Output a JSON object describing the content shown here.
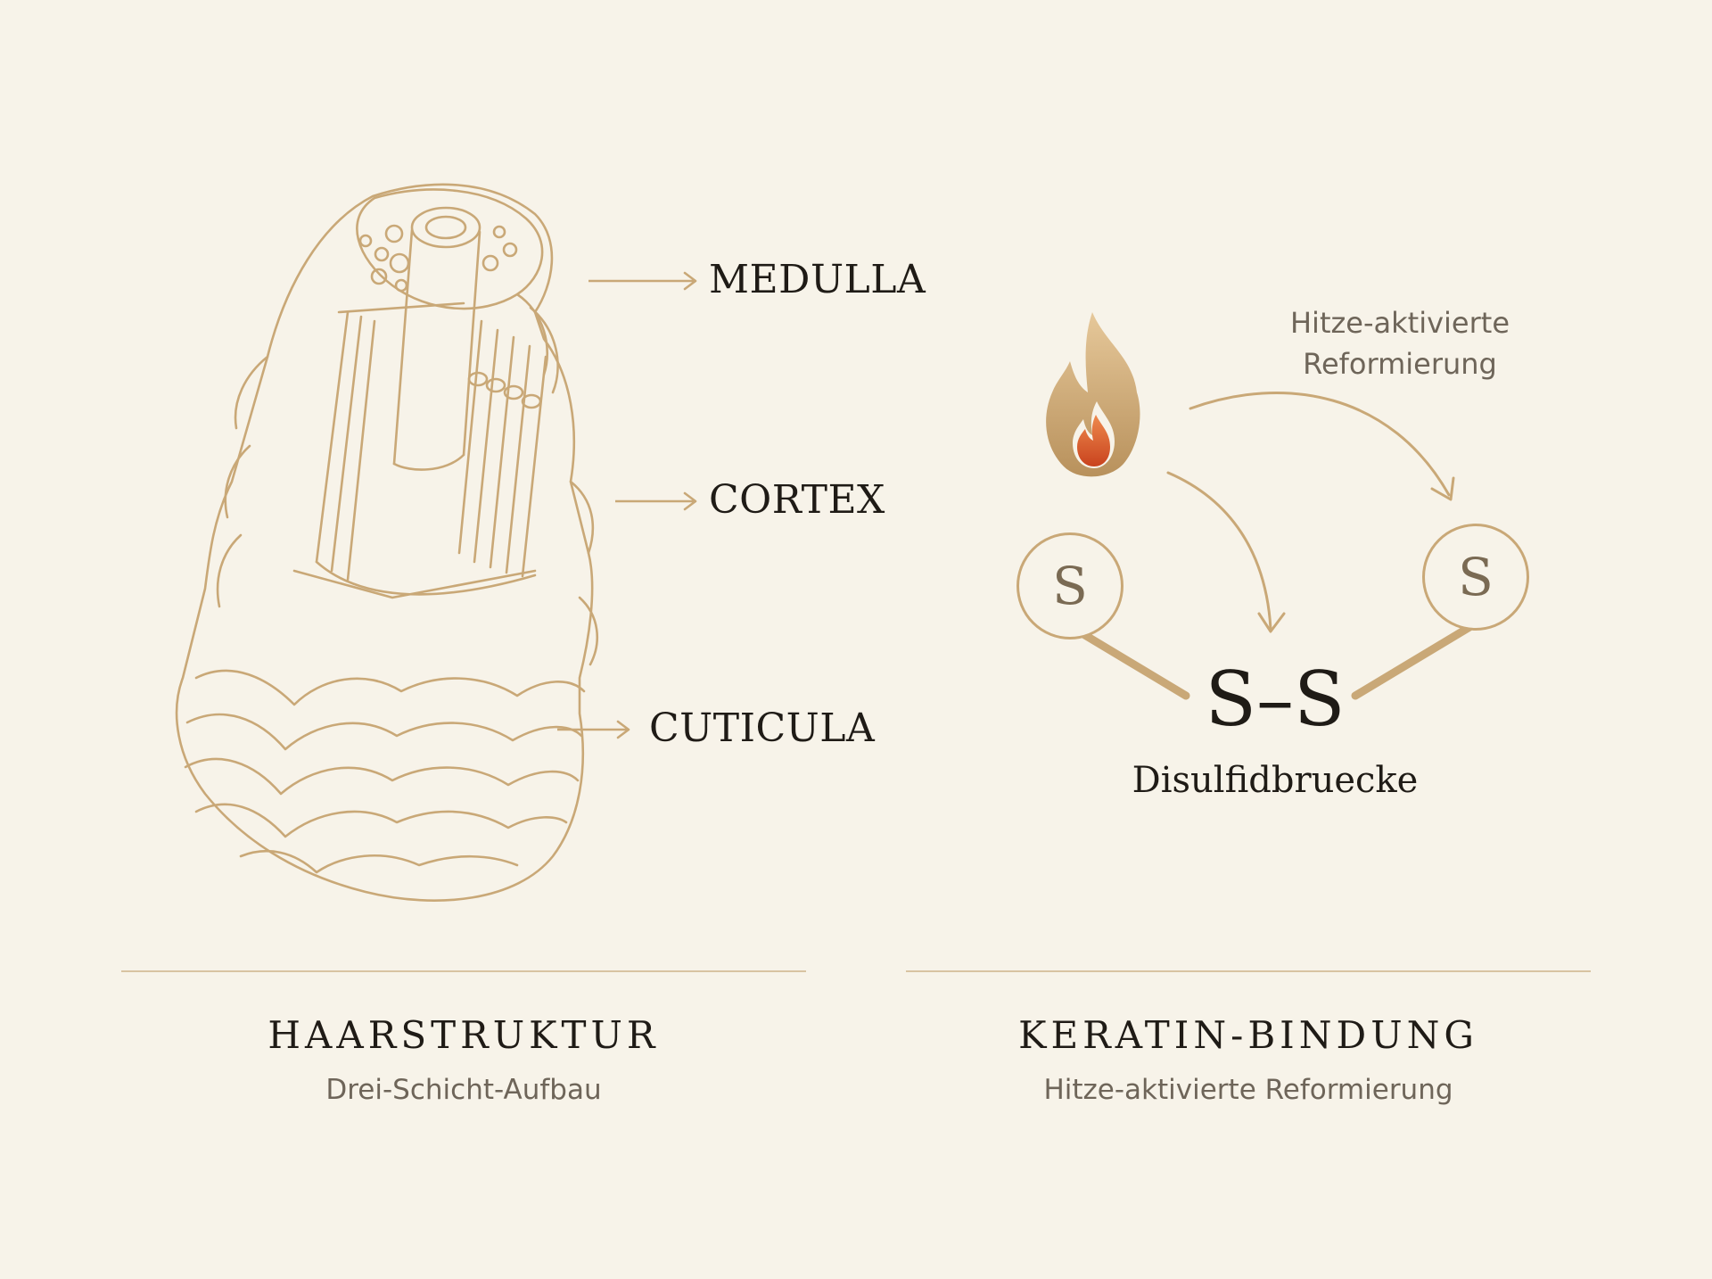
{
  "left_panel": {
    "labels": {
      "medulla": "MEDULLA",
      "cortex": "CORTEX",
      "cuticula": "CUTICULA"
    },
    "caption_title": "HAARSTRUKTUR",
    "caption_sub": "Drei-Schicht-Aufbau"
  },
  "right_panel": {
    "annotation_line1": "Hitze-aktivierte",
    "annotation_line2": "Reformierung",
    "atom_left": "S",
    "atom_right": "S",
    "bond_formula": "S–S",
    "bond_name": "Disulfidbruecke",
    "caption_title": "KERATIN-BINDUNG",
    "caption_sub": "Hitze-aktivierte Reformierung"
  },
  "colors": {
    "background": "#f7f3e9",
    "line_art": "#c9a877",
    "text_dark": "#1f1b16",
    "text_muted": "#6e6559",
    "flame_outer": "#c9a46d",
    "flame_inner": "#d8542a"
  },
  "icons": [
    "hair-cross-section-illustration",
    "flame-icon",
    "arrow-right-icon",
    "curved-arrow-icon"
  ]
}
